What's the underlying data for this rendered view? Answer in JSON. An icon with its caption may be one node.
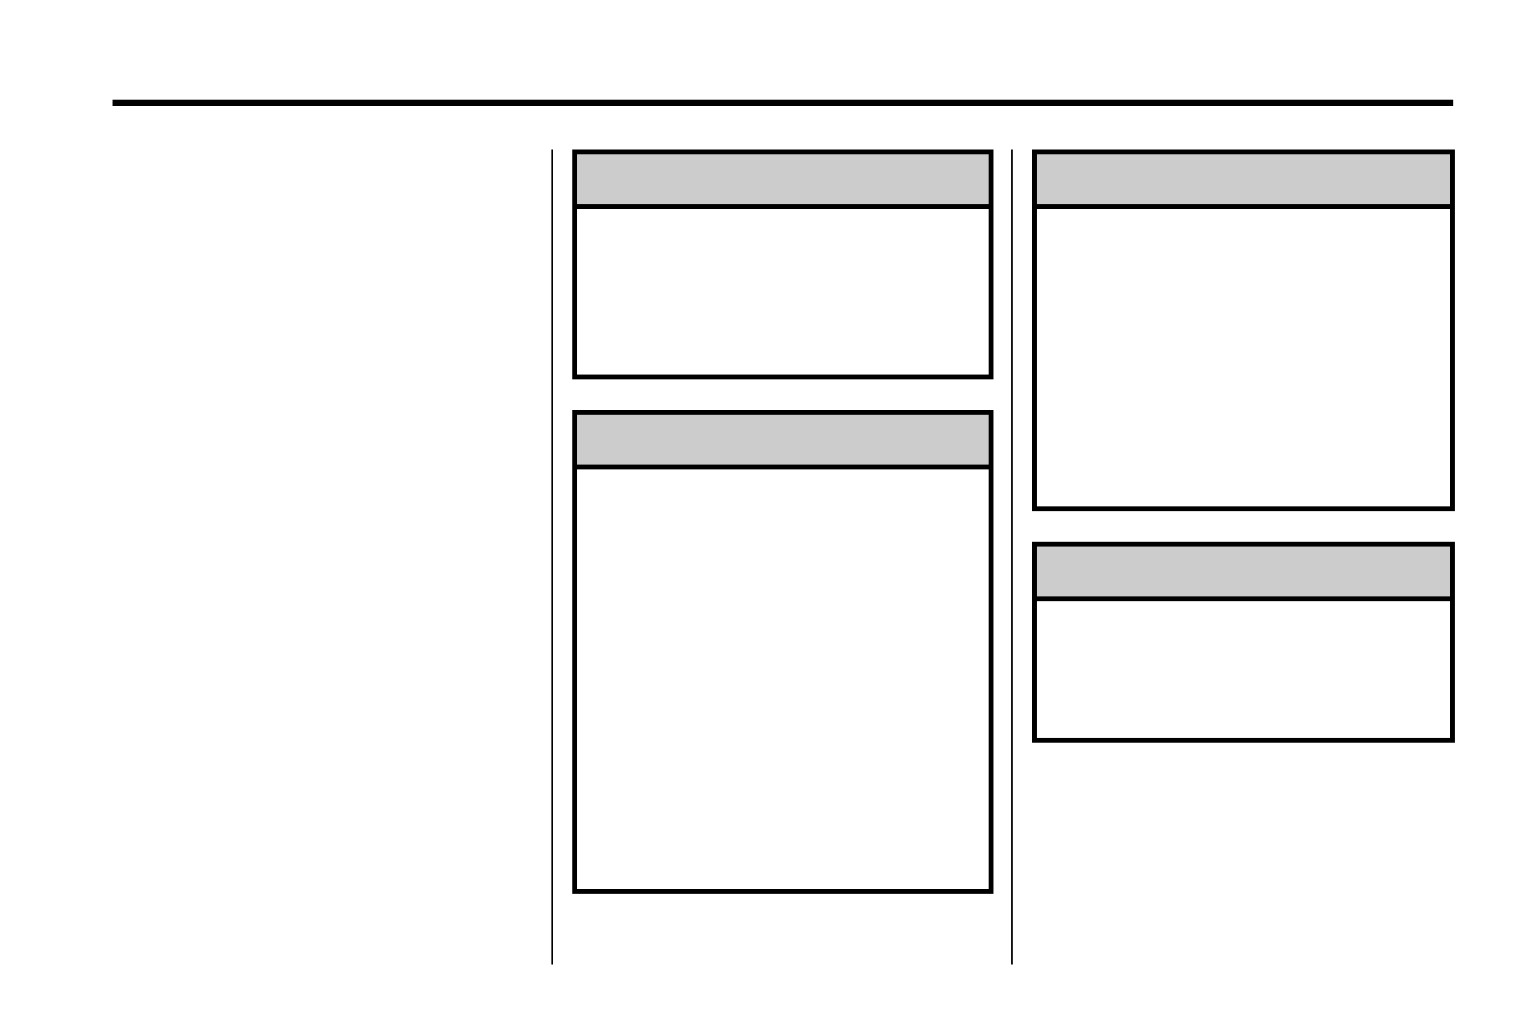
{
  "diagram": {
    "nodes": [
      {
        "text": [],
        "shape": "box"
      },
      {
        "text": [],
        "shape": "box"
      },
      {
        "text": [],
        "shape": "box"
      },
      {
        "text": [],
        "shape": "box"
      }
    ]
  }
}
